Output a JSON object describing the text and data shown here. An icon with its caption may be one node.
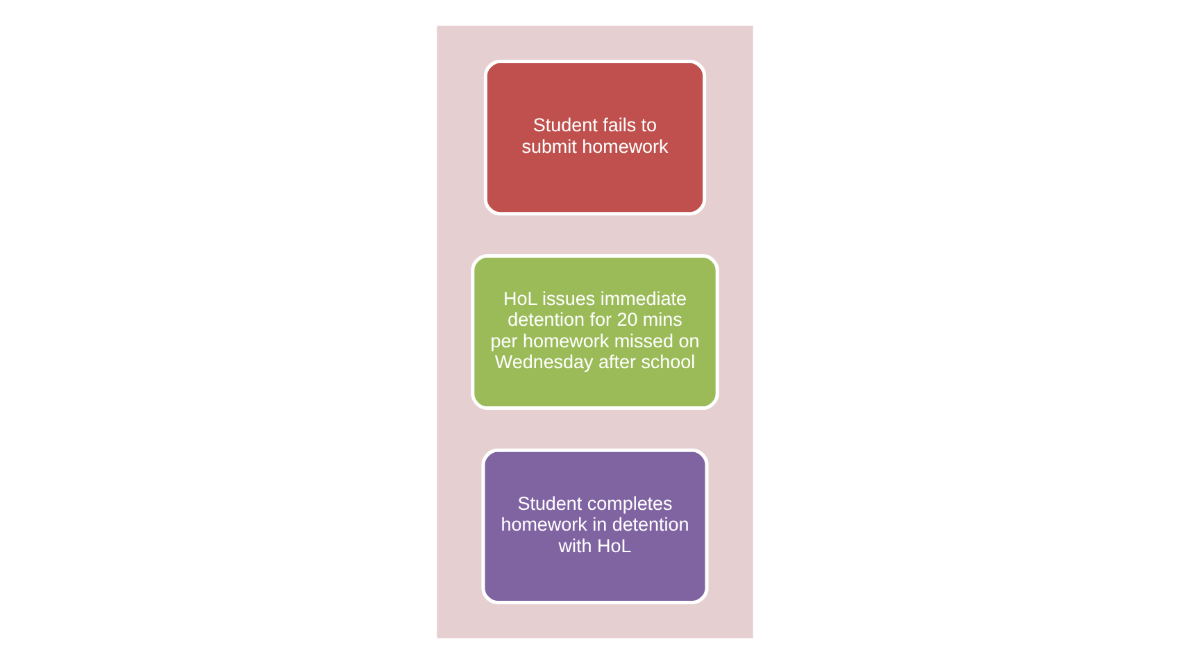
{
  "diagram": {
    "nodes": [
      {
        "text": [],
        "shape": "arrow"
      },
      {
        "text": [
          "Student fails to submit homework"
        ],
        "in": 0
      },
      {
        "text": [
          "HoL issues immediate detention for 20 mins per homework missed on Wednesday after school"
        ],
        "in": 0
      },
      {
        "text": [
          "Student completes homework in detention with HoL"
        ],
        "in": 0
      }
    ],
    "edges": []
  }
}
